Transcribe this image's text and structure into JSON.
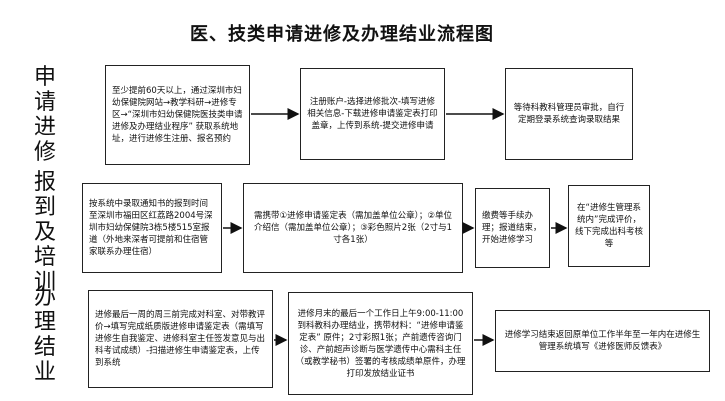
{
  "title": "医、技类申请进修及办理结业流程图",
  "stages": {
    "apply": "申请进修",
    "report": "报到及培训",
    "finish": "办理结业"
  },
  "boxes": {
    "apply_1": "至少提前60天以上，通过深圳市妇幼保健院网站→教学科研→进修专区→“深圳市妇幼保健院医技类申请进修及办理结业程序” 获取系统地址，进行进修生注册、报名预约",
    "apply_2": "注册账户-选择进修批次-填写进修相关信息-下载进修申请鉴定表打印盖章，上传到系统-提交进修申请",
    "apply_3": "等待科教科管理员审批，自行定期登录系统查询录取结果",
    "report_1": "按系统中录取通知书的报到时间至深圳市福田区红荔路2004号深圳市妇幼保健院3栋5楼515室报道（外地来深者可提前和住宿管家联系办理住宿）",
    "report_2": "需携带①进修申请鉴定表（需加盖单位公章）；②单位介绍信（需加盖单位公章）；③彩色照片2张（2寸与1寸各1张）",
    "report_3": "缴费等手续办理；报道结束，开始进修学习",
    "report_4": "在“进修生管理系统内”完成评价，线下完成出科考核等",
    "finish_1": "进修最后一周的周三前完成对科室、对带教评价→填写完成纸质版进修申请鉴定表（需填写进修生自我鉴定、进修科室主任签发意见与出科考试成绩）-扫描进修生申请鉴定表，上传到系统",
    "finish_2": "进修月末的最后一个工作日上午9:00-11:00到科教科办理结业，携带材料：“进修申请鉴定表” 原件；2寸彩照1张；产前遗传咨询门诊、产前超声诊断与医学遗传中心需科主任（或教学秘书）签署的考核成绩单原件，办理打印发放结业证书",
    "finish_3": "进修学习结束返回原单位工作半年至一年内在进修生管理系统填写《进修医师反馈表》"
  }
}
